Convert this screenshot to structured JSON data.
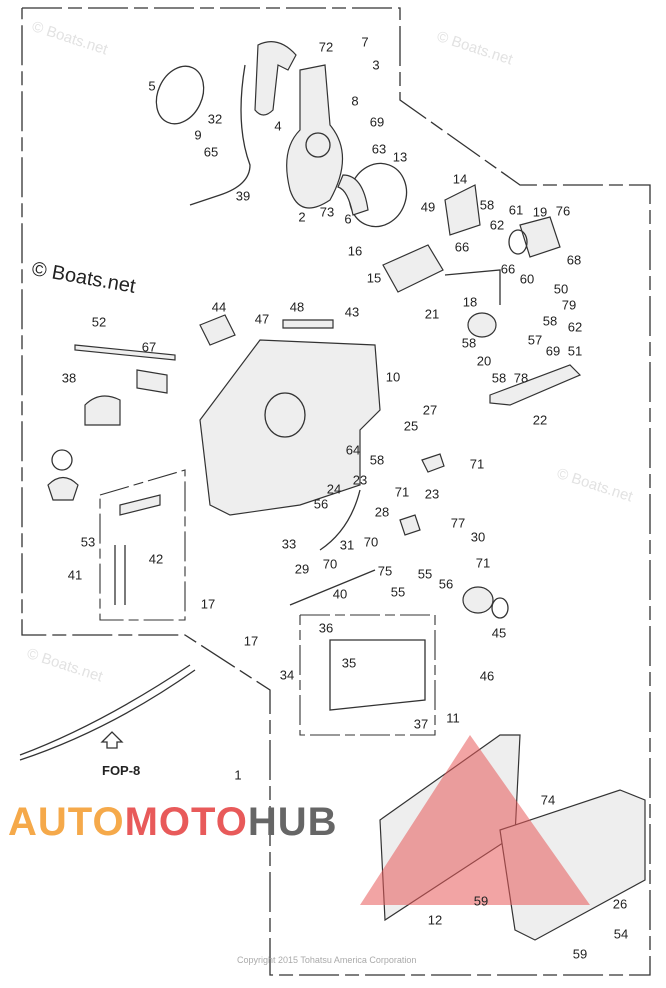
{
  "watermark": "© Boats.net",
  "faint_watermark": "© Boats.net",
  "reference_label": "FOP-8",
  "copyright": "Copyright 2015 Tohatsu America Corporation",
  "logo": {
    "part1": "AUTO",
    "part2": "MOTO",
    "part3": "HUB",
    "colors": {
      "part1": "#f5a94a",
      "part2": "#e85a5a",
      "part3": "#666666",
      "triangle": "#e85a5a"
    }
  },
  "callouts": [
    "7",
    "72",
    "3",
    "5",
    "32",
    "4",
    "8",
    "69",
    "9",
    "65",
    "63",
    "13",
    "2",
    "73",
    "6",
    "39",
    "14",
    "49",
    "58",
    "62",
    "61",
    "19",
    "76",
    "66",
    "68",
    "16",
    "15",
    "66",
    "60",
    "50",
    "79",
    "18",
    "21",
    "58",
    "62",
    "57",
    "69",
    "78",
    "51",
    "58",
    "20",
    "58",
    "44",
    "48",
    "43",
    "52",
    "47",
    "67",
    "10",
    "38",
    "22",
    "27",
    "25",
    "64",
    "58",
    "71",
    "23",
    "24",
    "71",
    "23",
    "56",
    "28",
    "77",
    "30",
    "33",
    "31",
    "70",
    "53",
    "42",
    "71",
    "29",
    "75",
    "55",
    "56",
    "70",
    "40",
    "55",
    "41",
    "17",
    "17",
    "36",
    "35",
    "34",
    "45",
    "46",
    "37",
    "11",
    "74",
    "1",
    "12",
    "59",
    "26",
    "59",
    "54"
  ]
}
